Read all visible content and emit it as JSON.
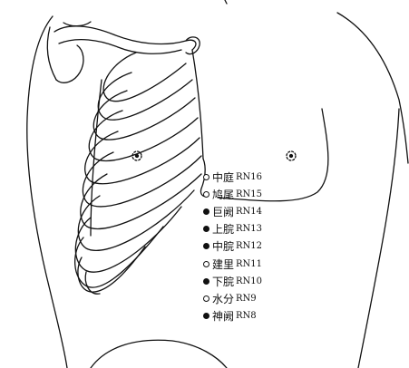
{
  "figure": {
    "acupoints": [
      {
        "name": "中庭",
        "code": "RN16",
        "marker": "hollow"
      },
      {
        "name": "鸠尾",
        "code": "RN15",
        "marker": "hollow"
      },
      {
        "name": "巨阙",
        "code": "RN14",
        "marker": "filled"
      },
      {
        "name": "上脘",
        "code": "RN13",
        "marker": "filled"
      },
      {
        "name": "中脘",
        "code": "RN12",
        "marker": "filled"
      },
      {
        "name": "建里",
        "code": "RN11",
        "marker": "hollow"
      },
      {
        "name": "下脘",
        "code": "RN10",
        "marker": "filled"
      },
      {
        "name": "水分",
        "code": "RN9",
        "marker": "hollow"
      },
      {
        "name": "神阙",
        "code": "RN8",
        "marker": "filled"
      }
    ],
    "line_color": "#111111",
    "background": "#ffffff"
  }
}
